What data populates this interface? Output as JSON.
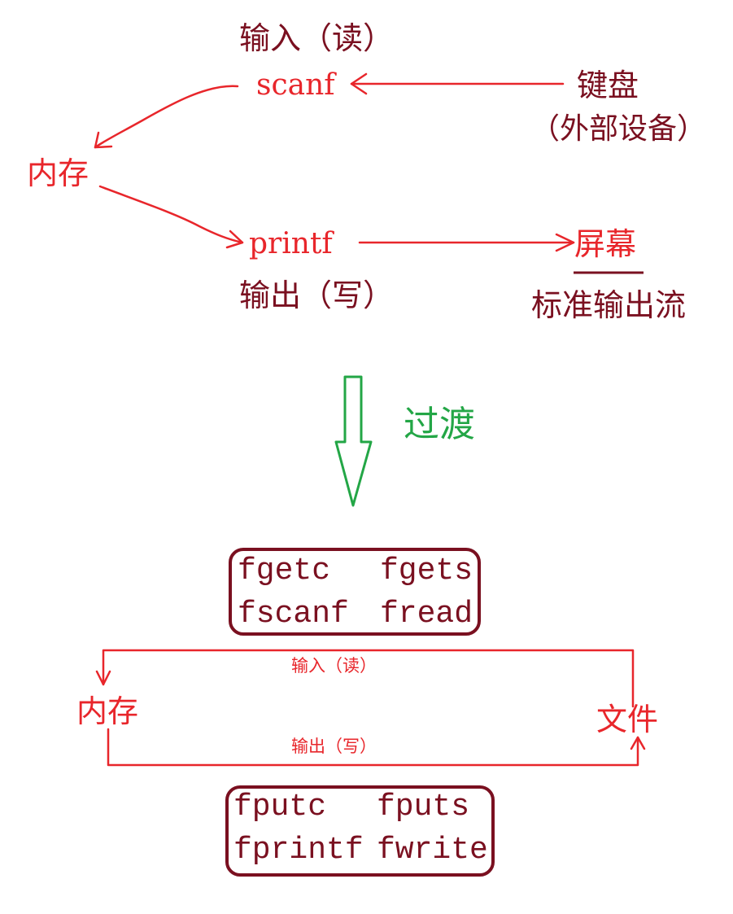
{
  "top": {
    "input_read_label": "输入（读）",
    "scanf_label": "scanf",
    "keyboard_label": "键盘",
    "external_device_label": "（外部设备）",
    "memory_label": "内存",
    "printf_label": "printf",
    "screen_label": "屏幕",
    "output_write_label": "输出（写）",
    "std_output_stream_label": "标准输出流"
  },
  "transition": {
    "label": "过渡"
  },
  "bottom": {
    "input_functions": [
      "fgetc",
      "fgets",
      "fscanf",
      "fread"
    ],
    "input_read_label": "输入（读）",
    "memory_label": "内存",
    "file_label": "文件",
    "output_write_label": "输出（写）",
    "output_functions": [
      "fputc",
      "fputs",
      "fprintf",
      "fwrite"
    ]
  },
  "colors": {
    "dark_red": "#7a1020",
    "red": "#e8262b",
    "green": "#23a646"
  }
}
